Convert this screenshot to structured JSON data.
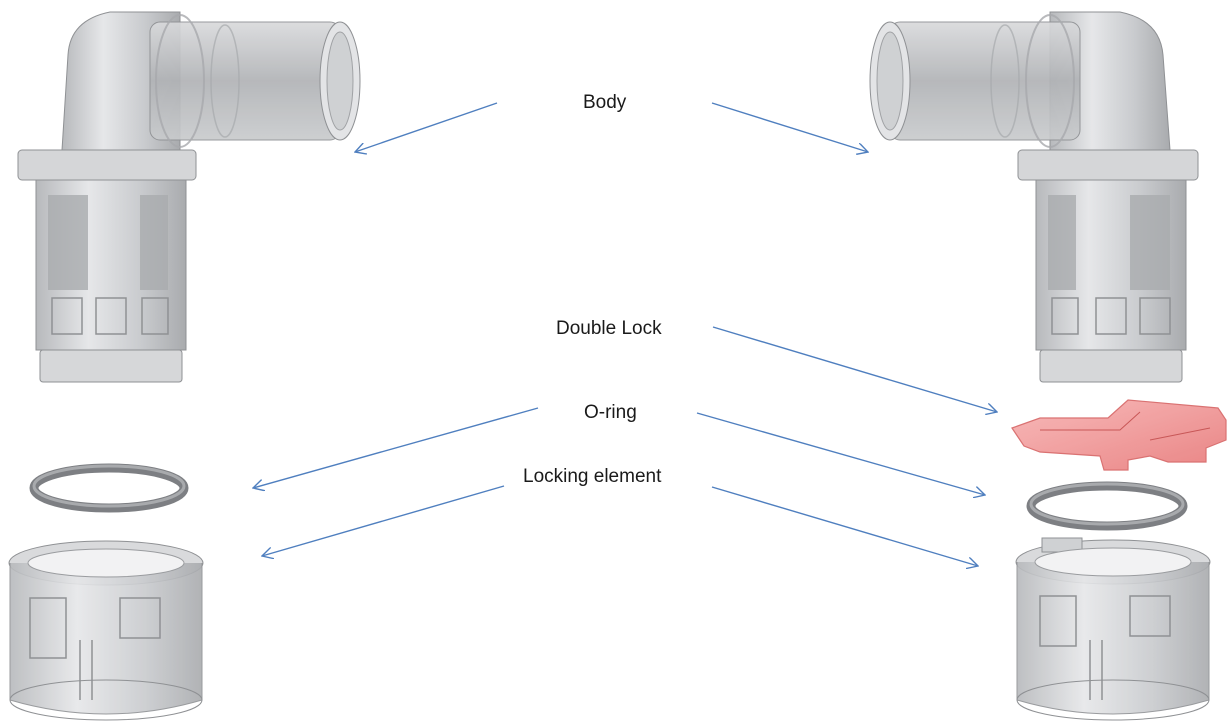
{
  "labels": {
    "body": "Body",
    "double_lock": "Double Lock",
    "o_ring": "O-ring",
    "locking_element": "Locking element"
  },
  "colors": {
    "arrow": "#4f7fbf",
    "part_gray": "#c8cacc",
    "part_gray_dark": "#9a9c9f",
    "double_lock_red": "#f08c8c",
    "o_ring": "#8e9094"
  }
}
